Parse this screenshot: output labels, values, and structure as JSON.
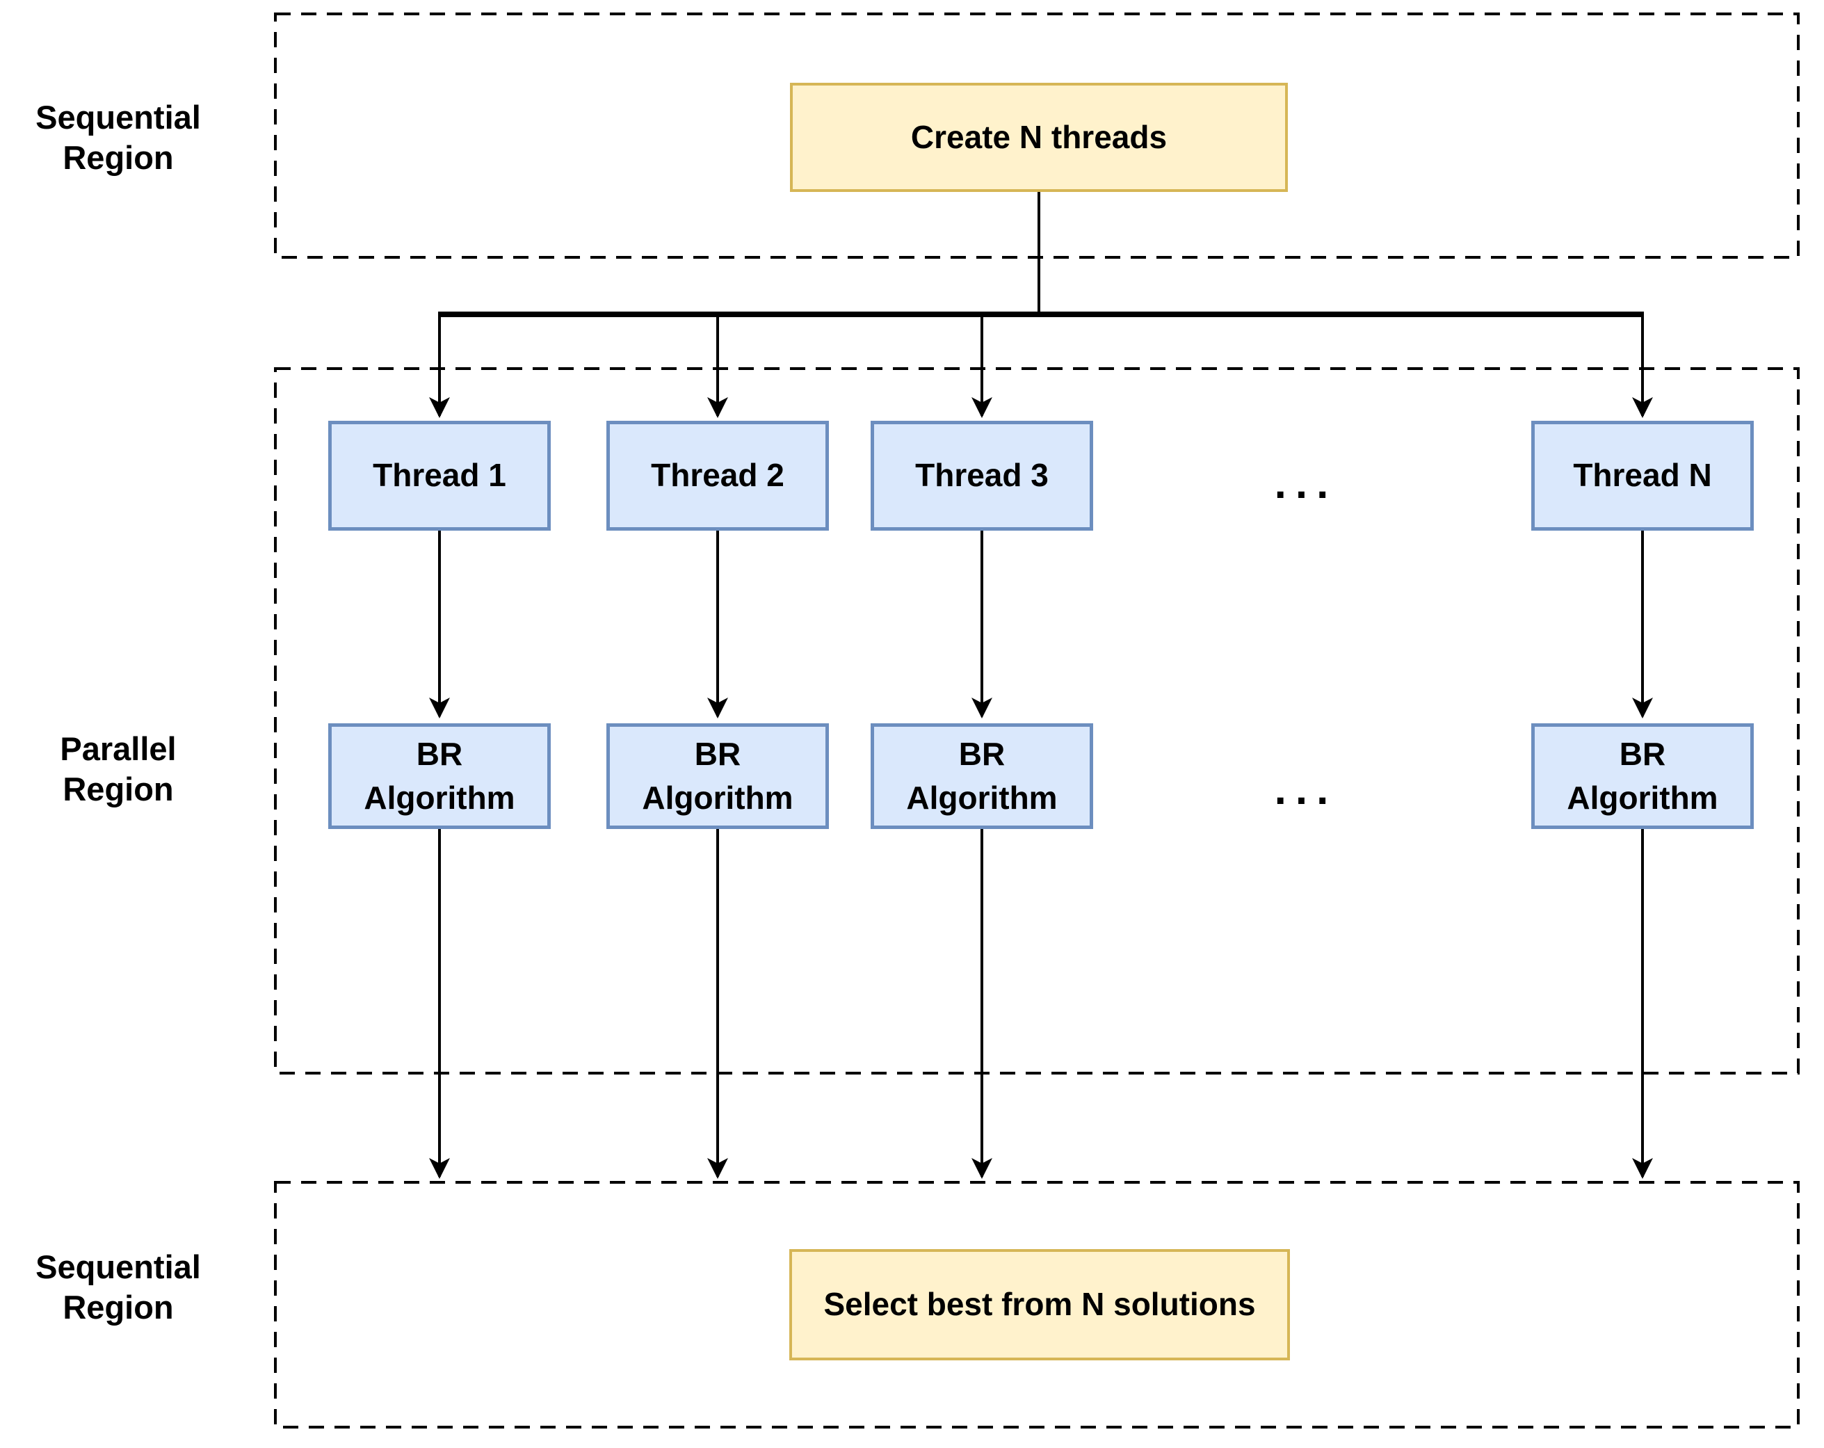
{
  "colors": {
    "background": "#FFFFFF",
    "text": "#000000",
    "line": "#000000",
    "node_blue_fill": "#DAE8FC",
    "node_blue_border": "#6C8EBF",
    "node_yellow_fill": "#FFF2CC",
    "node_yellow_border": "#D6B656"
  },
  "regions": {
    "top": {
      "label_line1": "Sequential",
      "label_line2": "Region"
    },
    "middle": {
      "label_line1": "Parallel",
      "label_line2": "Region"
    },
    "bottom": {
      "label_line1": "Sequential",
      "label_line2": "Region"
    }
  },
  "nodes": {
    "create": {
      "label": "Create N threads"
    },
    "threads": [
      {
        "label": "Thread 1"
      },
      {
        "label": "Thread 2"
      },
      {
        "label": "Thread 3"
      },
      {
        "label": "Thread N"
      }
    ],
    "br_algorithms": [
      {
        "line1": "BR",
        "line2": "Algorithm"
      },
      {
        "line1": "BR",
        "line2": "Algorithm"
      },
      {
        "line1": "BR",
        "line2": "Algorithm"
      },
      {
        "line1": "BR",
        "line2": "Algorithm"
      }
    ],
    "ellipsis_threads": "...",
    "ellipsis_algorithms": "...",
    "select": {
      "label": "Select best from N solutions"
    }
  }
}
